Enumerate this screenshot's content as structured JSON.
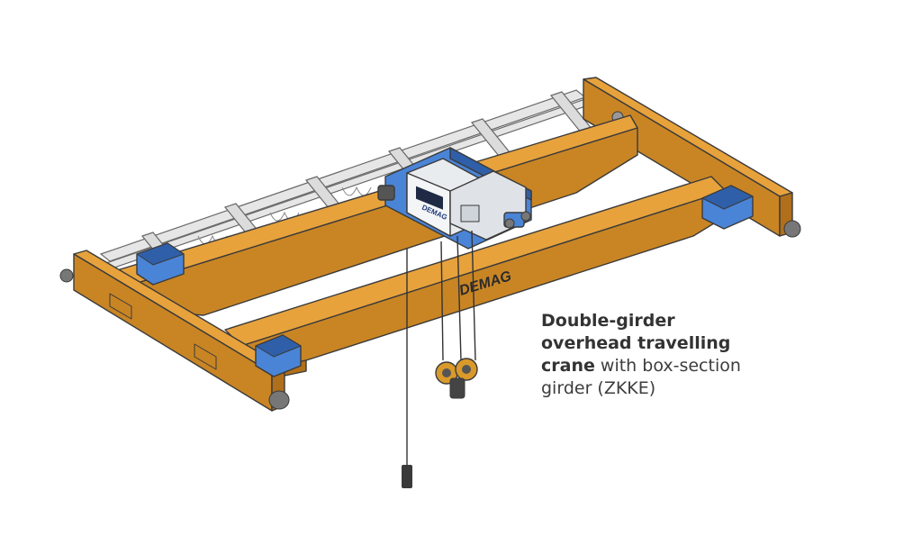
{
  "brand_label": "DEMAG",
  "hoist_brand_label": "DEMAG",
  "caption": {
    "line1": "Double-girder",
    "line2": "overhead travelling",
    "line3_bold": "crane",
    "line3_rest": " with box-section",
    "line4": "girder (ZKKE)"
  },
  "colors": {
    "girder": "#e7a23c",
    "girder_shade": "#c98524",
    "girder_dark": "#b06f1a",
    "motor": "#4a84d6",
    "motor_dark": "#2f5fa8",
    "wheel": "#9a9a9a"
  }
}
